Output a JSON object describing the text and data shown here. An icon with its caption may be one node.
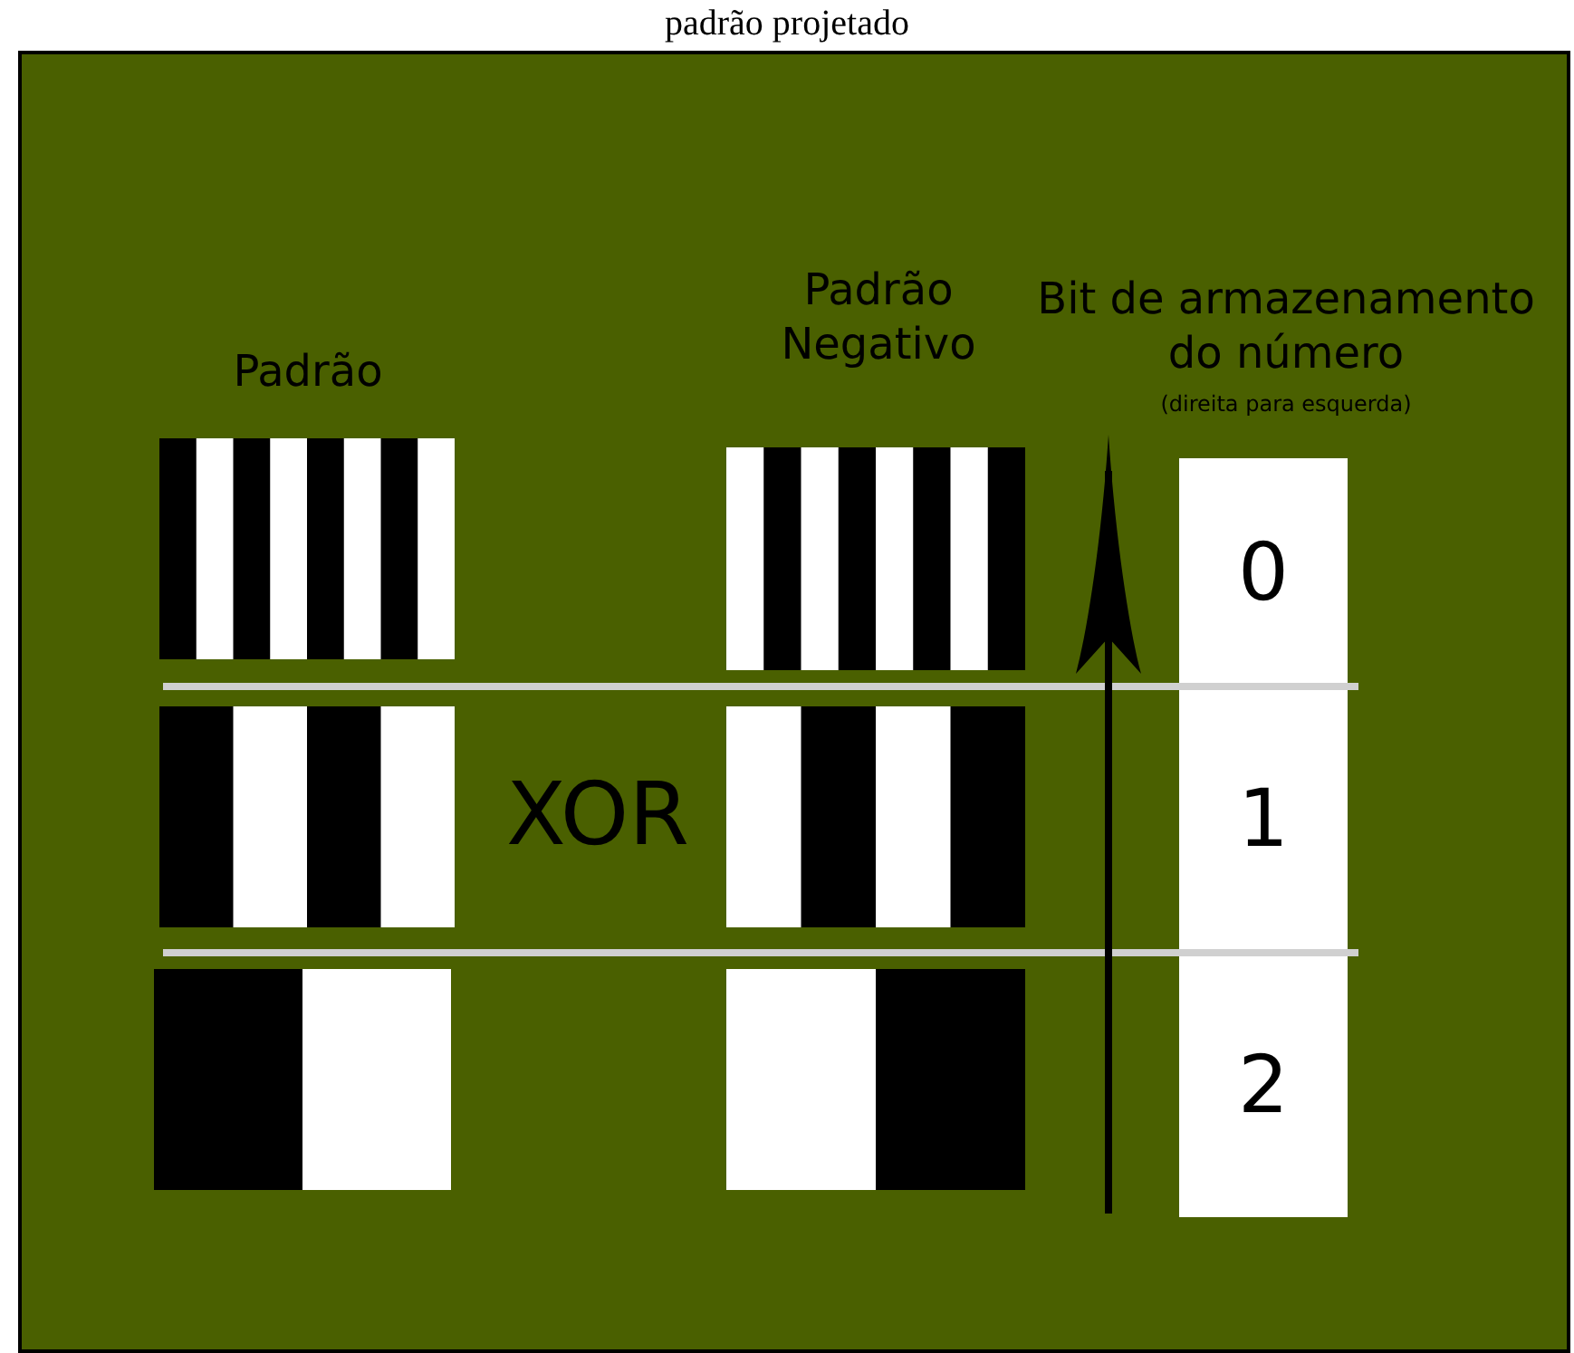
{
  "diagram": {
    "title": "padrão projetado",
    "nodes": [
      {
        "text": [
          "0"
        ]
      },
      {
        "text": [
          "1"
        ]
      },
      {
        "text": [
          "2"
        ]
      }
    ],
    "labels": [
      "Padrão Negativo",
      "Bit de armazenamento do número",
      "(direita para esquerda)",
      "Padrão",
      "XOR"
    ]
  }
}
